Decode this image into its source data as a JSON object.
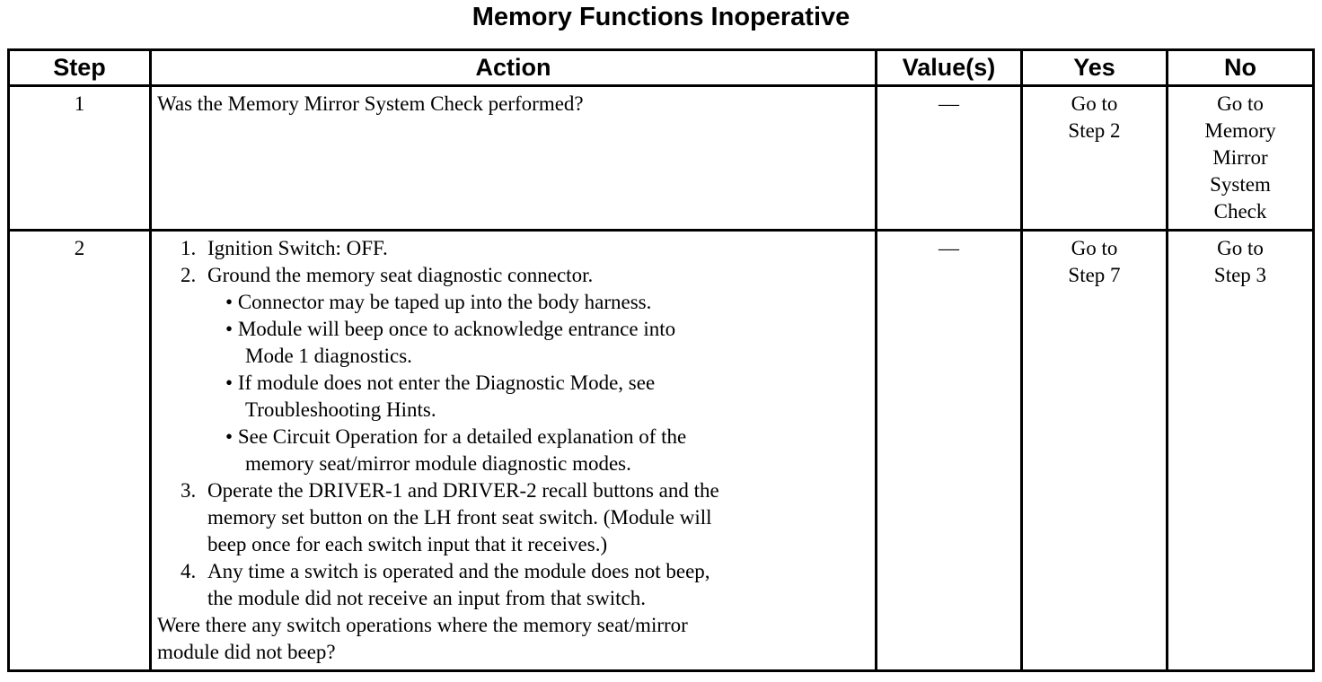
{
  "title": "Memory Functions Inoperative",
  "headers": {
    "step": "Step",
    "action": "Action",
    "values": "Value(s)",
    "yes": "Yes",
    "no": "No"
  },
  "rows": [
    {
      "step": "1",
      "action": "Was the Memory Mirror System Check performed?",
      "value": "—",
      "yes": [
        "Go to",
        "Step 2"
      ],
      "no": [
        "Go to",
        "Memory",
        "Mirror",
        "System",
        "Check"
      ]
    },
    {
      "step": "2",
      "steps": [
        {
          "num": "1.",
          "text": "Ignition Switch: OFF."
        },
        {
          "num": "2.",
          "text": "Ground the memory seat diagnostic connector."
        },
        {
          "num": "3.",
          "lines": [
            "Operate the DRIVER-1 and DRIVER-2 recall buttons and the",
            "memory set button on the LH front seat switch. (Module will",
            "beep once for each switch input that it receives.)"
          ]
        },
        {
          "num": "4.",
          "lines": [
            "Any time a switch is operated and the module does not beep,",
            "the module did not receive an input from that switch."
          ]
        }
      ],
      "bullets": [
        {
          "lines": [
            "Connector may be taped up into the body harness."
          ]
        },
        {
          "lines": [
            "Module will beep once to acknowledge entrance into",
            "Mode 1 diagnostics."
          ]
        },
        {
          "lines": [
            "If module does not enter the Diagnostic Mode, see",
            "Troubleshooting Hints."
          ]
        },
        {
          "lines": [
            "See Circuit Operation for a detailed explanation of the",
            "memory seat/mirror module diagnostic modes."
          ]
        }
      ],
      "question": [
        "Were there any switch operations where the memory seat/mirror",
        "module did not beep?"
      ],
      "value": "—",
      "yes": [
        "Go to",
        "Step 7"
      ],
      "no": [
        "Go to",
        "Step 3"
      ]
    }
  ]
}
